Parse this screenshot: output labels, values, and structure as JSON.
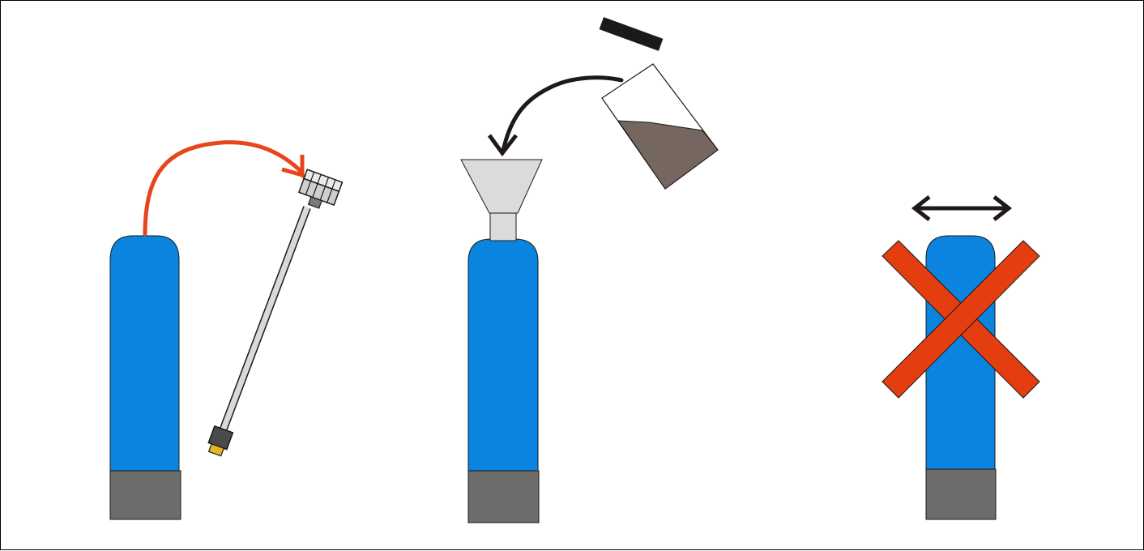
{
  "panels": [
    {
      "id": "remove-valve",
      "tank_color": "#0a84de",
      "base_color": "#6d6c6b",
      "arrow_color": "#e8451a"
    },
    {
      "id": "fill-media",
      "tank_color": "#0a84de",
      "base_color": "#6d6c6b",
      "funnel_color": "#dcdbdb",
      "media_color": "#756660",
      "arrow_color": "#1f1a17"
    },
    {
      "id": "do-not-shake",
      "tank_color": "#0a84de",
      "base_color": "#6d6c6b",
      "cross_color": "#e43d0f",
      "arrow_color": "#1f1a17"
    }
  ]
}
